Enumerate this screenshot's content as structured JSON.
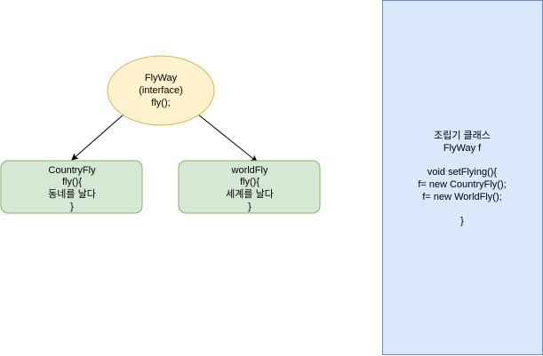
{
  "diagram": {
    "nodes": {
      "flyway": {
        "lines": [
          "FlyWay",
          "(interface)",
          "fly();"
        ],
        "fill": "#fff2cc",
        "stroke": "#d6b656"
      },
      "country_fly": {
        "lines": [
          "CountryFly",
          "fly(){",
          "동네를 날다",
          "}"
        ],
        "fill": "#d5e8d4",
        "stroke": "#82b366"
      },
      "world_fly": {
        "lines": [
          "worldFly",
          "fly(){",
          "세계를 날다",
          "}"
        ],
        "fill": "#d5e8d4",
        "stroke": "#82b366"
      },
      "assembler": {
        "lines": [
          "조립기 클래스",
          "FlyWay f",
          "",
          "void setFlying(){",
          "f= new CountryFly();",
          "f= new WorldFly();",
          "",
          "}"
        ],
        "fill": "#dae8fc",
        "stroke": "#6c8ebf"
      }
    },
    "edges": [
      {
        "from": "flyway",
        "to": "country_fly"
      },
      {
        "from": "flyway",
        "to": "world_fly"
      }
    ],
    "edge_color": "#000000"
  }
}
